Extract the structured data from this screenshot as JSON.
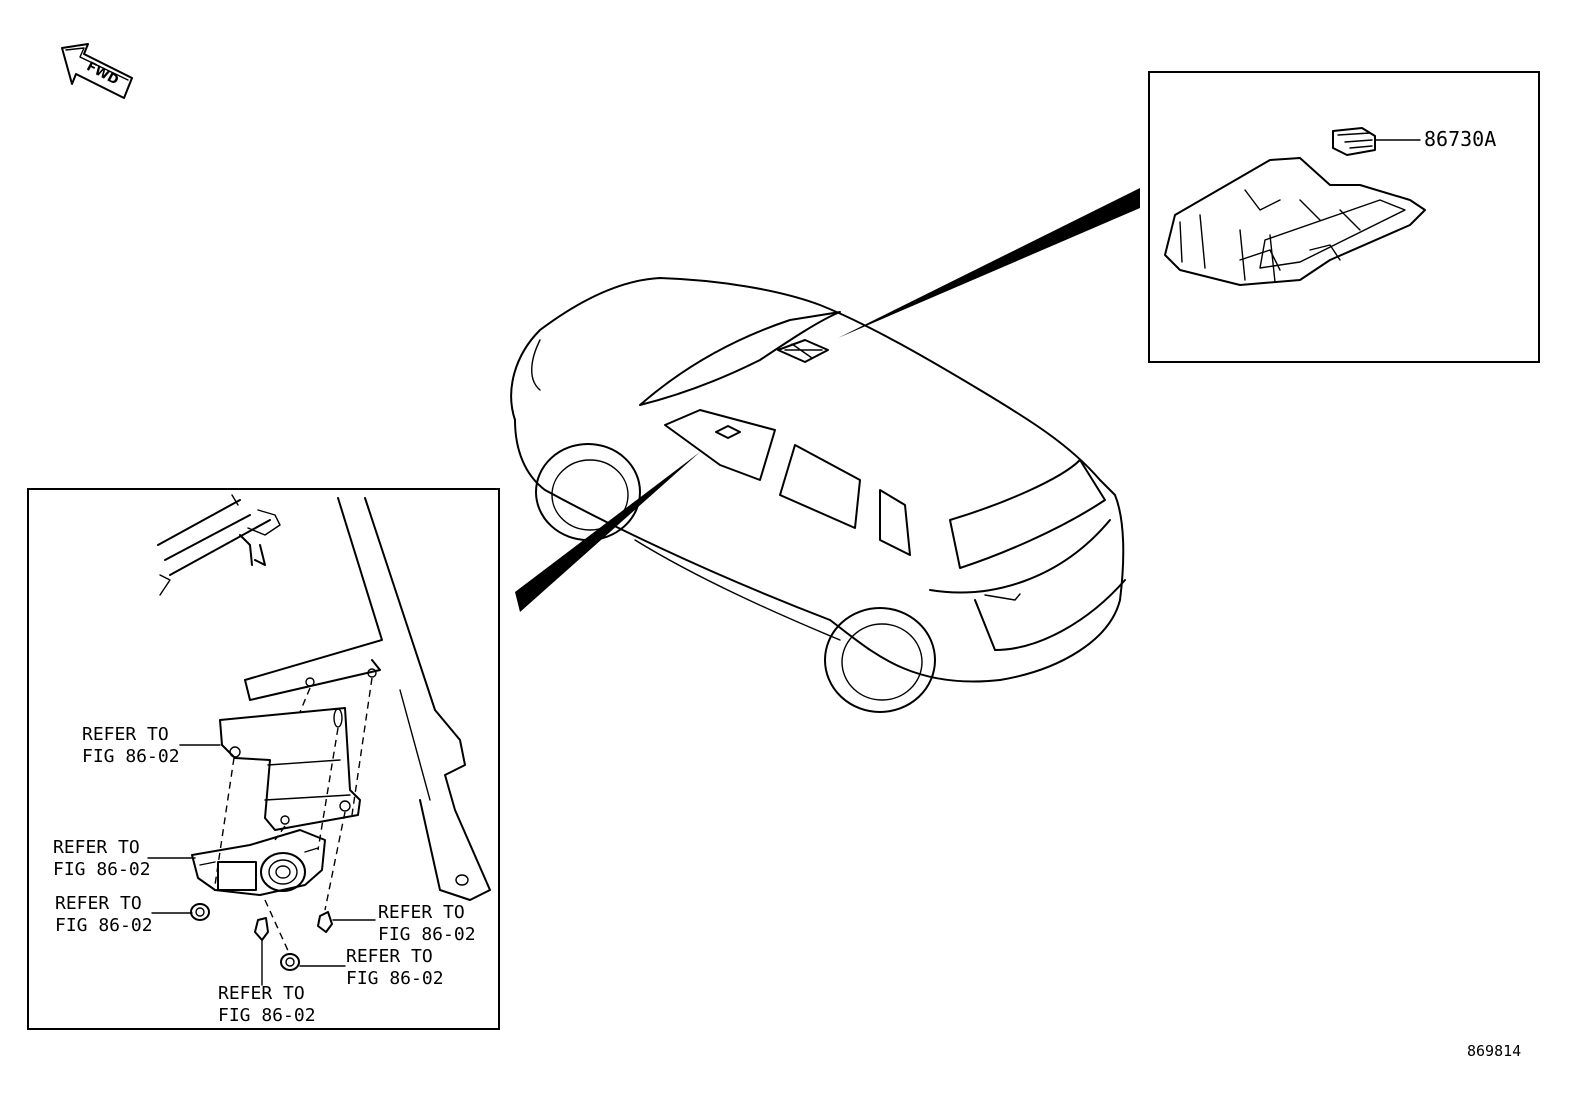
{
  "fwd_label": "FWD",
  "figure_number": "869814",
  "part_numbers": {
    "overhead_sensor": "86730A"
  },
  "references": {
    "line1": "REFER TO",
    "line2": "FIG 86-02"
  },
  "colors": {
    "ink": "#000000",
    "paper": "#ffffff"
  }
}
